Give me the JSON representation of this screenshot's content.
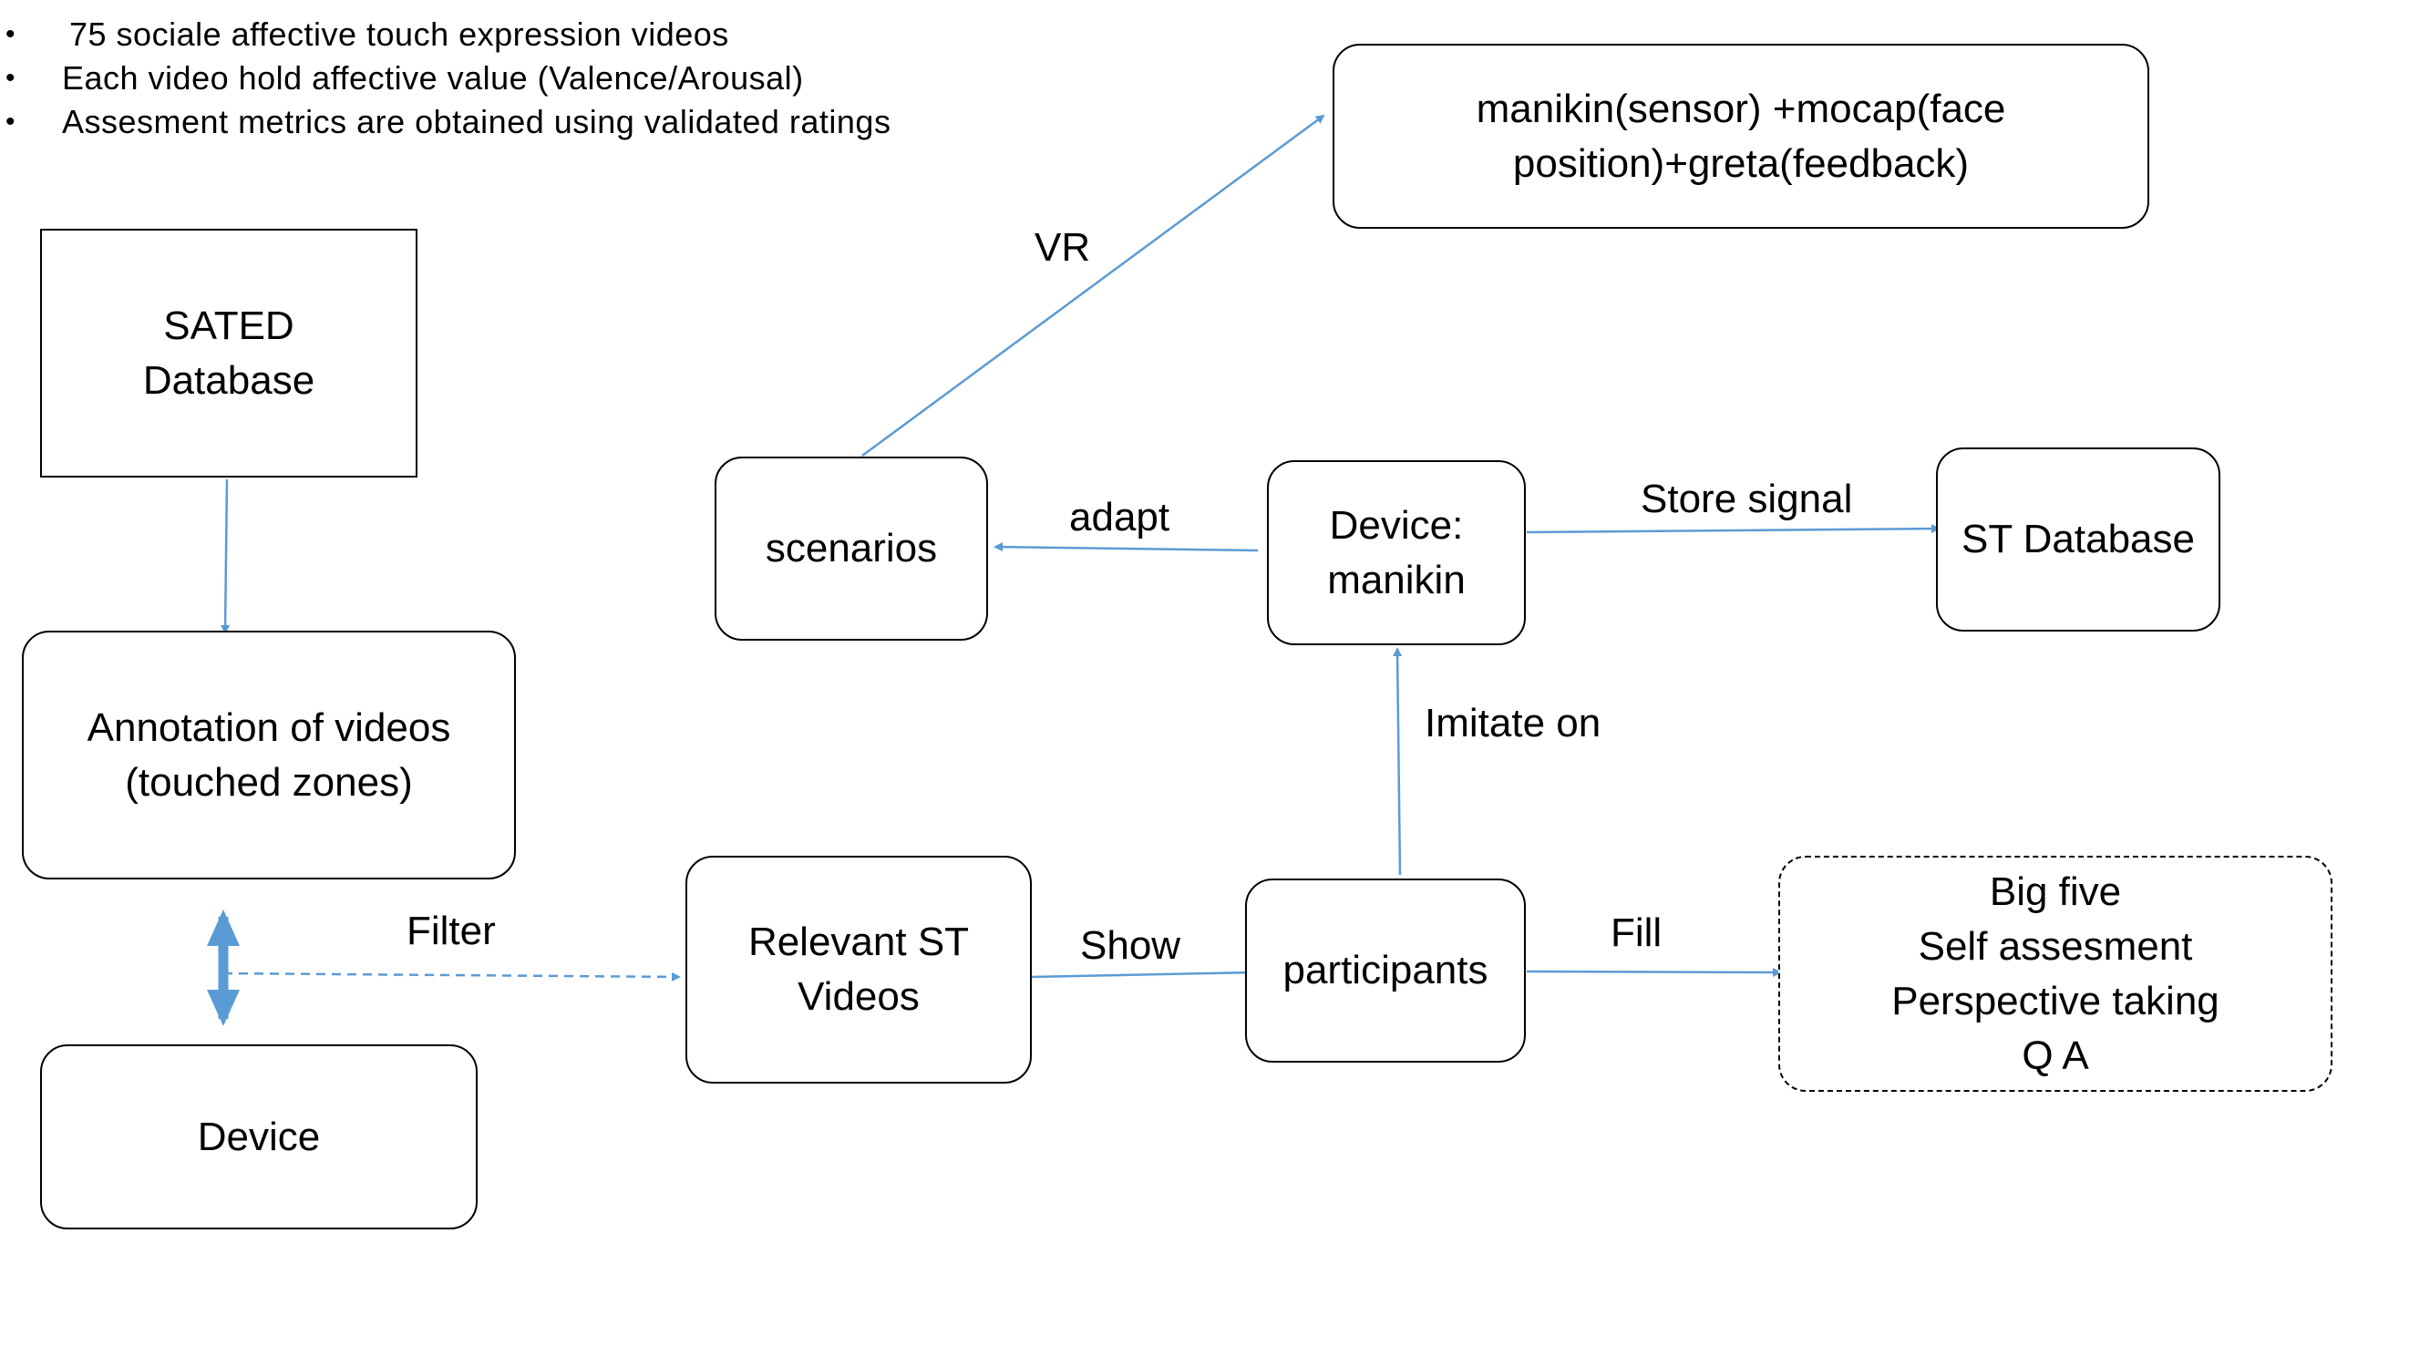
{
  "bullets": [
    "75 sociale affective touch expression videos",
    "Each video hold affective value (Valence/Arousal)",
    "Assesment metrics are obtained using validated ratings"
  ],
  "bullet_glyph": "•",
  "nodes": {
    "sated_database": "SATED\nDatabase",
    "annotation": "Annotation of videos\n(touched zones)",
    "device": "Device",
    "relevant_videos": "Relevant ST\nVideos",
    "participants": "participants",
    "questionnaires": "Big five\nSelf assesment\nPerspective taking\nQ A",
    "device_manikin": "Device:\nmanikin",
    "st_database": "ST Database",
    "scenarios": "scenarios",
    "vr_system": "manikin(sensor) +mocap(face\nposition)+greta(feedback)"
  },
  "edges": {
    "filter": "Filter",
    "show": "Show",
    "fill": "Fill",
    "imitate_on": "Imitate on",
    "store_signal": "Store signal",
    "adapt": "adapt",
    "vr": "VR"
  },
  "colors": {
    "arrow": "#5b9bd5",
    "box_border": "#000000",
    "text": "#000000"
  }
}
